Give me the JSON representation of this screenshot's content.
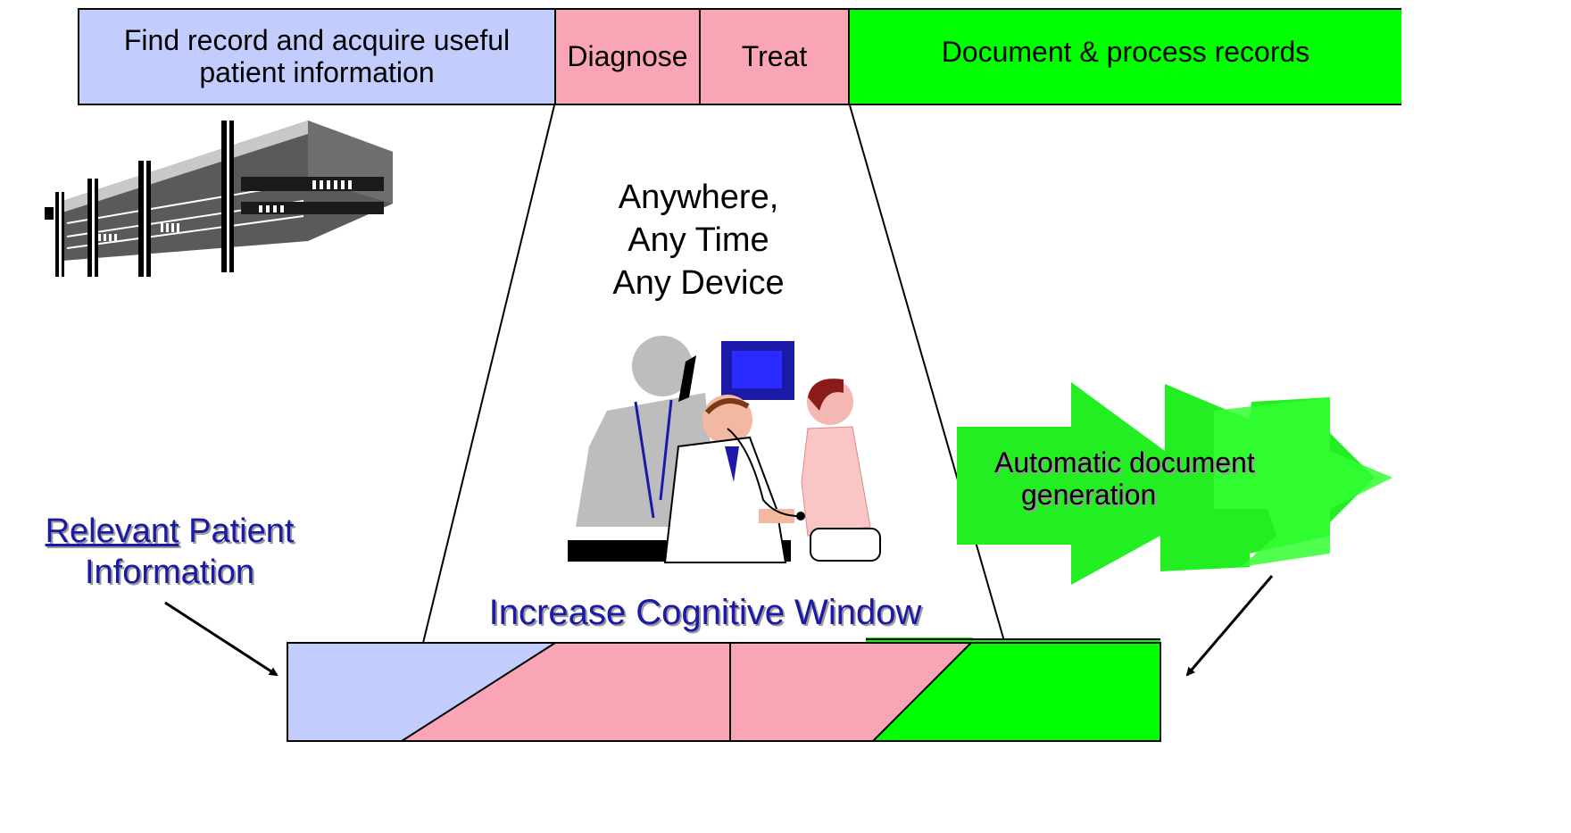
{
  "top_bar": {
    "find_label": "Find record and acquire useful patient information",
    "diagnose_label": "Diagnose",
    "treat_label": "Treat",
    "document_label": "Document & process records"
  },
  "center": {
    "anywhere_lines": [
      "Anywhere,",
      "Any Time",
      "Any Device"
    ],
    "cognitive_window": "Increase Cognitive Window"
  },
  "left": {
    "relevant_word": "Relevant",
    "relevant_rest": " Patient",
    "information": "Information"
  },
  "right": {
    "auto_doc_line1": "Automatic document",
    "auto_doc_line2": "generation"
  },
  "icons": [
    "hospital-building-icon",
    "doctor-examining-patient-icon",
    "green-arrows-icon"
  ],
  "colors": {
    "blue": "#c3cdfd",
    "pink": "#f9a5b5",
    "green": "#00ff00",
    "navy": "#1a1aa6"
  }
}
